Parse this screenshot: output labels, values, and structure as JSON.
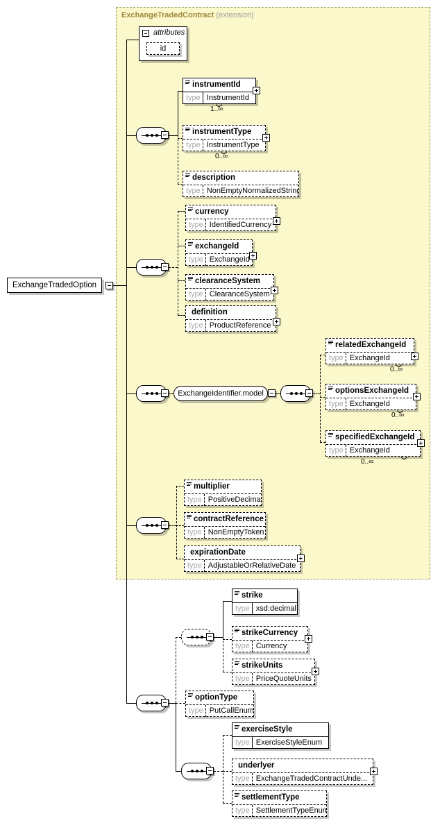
{
  "diagram": {
    "title": "ExchangeTradedOption",
    "extension": {
      "base_label": "ExchangeTradedContract",
      "kind_label": "(extension)"
    },
    "attributes": {
      "header": "attributes",
      "items": [
        "id"
      ]
    },
    "type_key": "type",
    "occurrence": {
      "one_to_many": "1..∞",
      "zero_to_many": "0..∞"
    },
    "model_groups": {
      "exchange_identifier": "ExchangeIdentifier.model"
    },
    "elements": {
      "instrumentId": {
        "name": "instrumentId",
        "type": "InstrumentId"
      },
      "instrumentType": {
        "name": "instrumentType",
        "type": "InstrumentType"
      },
      "description": {
        "name": "description",
        "type": "NonEmptyNormalizedString"
      },
      "currency": {
        "name": "currency",
        "type": "IdentifiedCurrency"
      },
      "exchangeId": {
        "name": "exchangeId",
        "type": "ExchangeId"
      },
      "clearanceSystem": {
        "name": "clearanceSystem",
        "type": "ClearanceSystem"
      },
      "definition": {
        "name": "definition",
        "type": "ProductReference"
      },
      "relatedExchangeId": {
        "name": "relatedExchangeId",
        "type": "ExchangeId"
      },
      "optionsExchangeId": {
        "name": "optionsExchangeId",
        "type": "ExchangeId"
      },
      "specifiedExchangeId": {
        "name": "specifiedExchangeId",
        "type": "ExchangeId"
      },
      "multiplier": {
        "name": "multiplier",
        "type": "PositiveDecimal"
      },
      "contractReference": {
        "name": "contractReference",
        "type": "NonEmptyToken"
      },
      "expirationDate": {
        "name": "expirationDate",
        "type": "AdjustableOrRelativeDate"
      },
      "strike": {
        "name": "strike",
        "type": "xsd:decimal"
      },
      "strikeCurrency": {
        "name": "strikeCurrency",
        "type": "Currency"
      },
      "strikeUnits": {
        "name": "strikeUnits",
        "type": "PriceQuoteUnits"
      },
      "optionType": {
        "name": "optionType",
        "type": "PutCallEnum"
      },
      "exerciseStyle": {
        "name": "exerciseStyle",
        "type": "ExerciseStyleEnum"
      },
      "underlyer": {
        "name": "underlyer",
        "type": "ExchangeTradedContractUnde..."
      },
      "settlementType": {
        "name": "settlementType",
        "type": "SettlementTypeEnum"
      }
    },
    "colors": {
      "extension_fill": "#fbf8cc",
      "extension_border": "#9a9a6a",
      "extension_label": "#a08a3c",
      "type_key_text": "#a9a9a9",
      "line": "#000000",
      "box_fill": "#ffffff"
    }
  }
}
